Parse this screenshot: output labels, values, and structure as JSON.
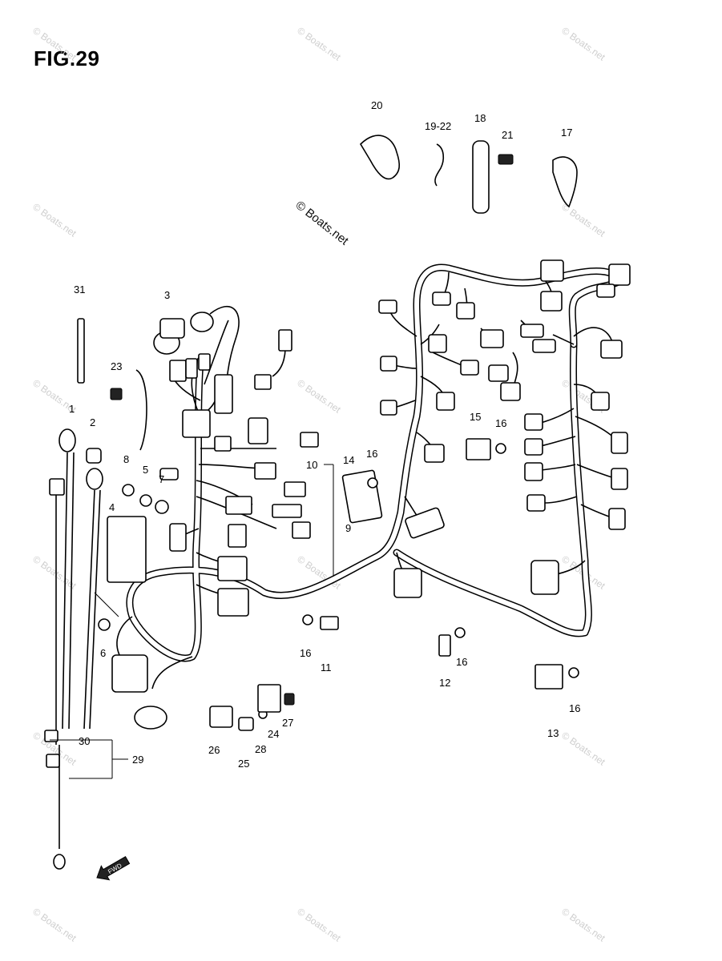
{
  "figure": {
    "title": "FIG.29"
  },
  "watermark": {
    "text": "© Boats.net",
    "main_text": "© Boats.net"
  },
  "callouts": [
    {
      "id": "c20",
      "label": "20"
    },
    {
      "id": "c19-22",
      "label": "19-22"
    },
    {
      "id": "c18",
      "label": "18"
    },
    {
      "id": "c21",
      "label": "21"
    },
    {
      "id": "c17",
      "label": "17"
    },
    {
      "id": "c31",
      "label": "31"
    },
    {
      "id": "c3",
      "label": "3"
    },
    {
      "id": "c23",
      "label": "23"
    },
    {
      "id": "c1",
      "label": "1"
    },
    {
      "id": "c2",
      "label": "2"
    },
    {
      "id": "c8",
      "label": "8"
    },
    {
      "id": "c5",
      "label": "5"
    },
    {
      "id": "c7",
      "label": "7"
    },
    {
      "id": "c4",
      "label": "4"
    },
    {
      "id": "c10",
      "label": "10"
    },
    {
      "id": "c14",
      "label": "14"
    },
    {
      "id": "c16a",
      "label": "16"
    },
    {
      "id": "c15",
      "label": "15"
    },
    {
      "id": "c16b",
      "label": "16"
    },
    {
      "id": "c9",
      "label": "9"
    },
    {
      "id": "c6",
      "label": "6"
    },
    {
      "id": "c16c",
      "label": "16"
    },
    {
      "id": "c11",
      "label": "11"
    },
    {
      "id": "c16d",
      "label": "16"
    },
    {
      "id": "c12",
      "label": "12"
    },
    {
      "id": "c16e",
      "label": "16"
    },
    {
      "id": "c13",
      "label": "13"
    },
    {
      "id": "c30",
      "label": "30"
    },
    {
      "id": "c29",
      "label": "29"
    },
    {
      "id": "c26",
      "label": "26"
    },
    {
      "id": "c25",
      "label": "25"
    },
    {
      "id": "c28",
      "label": "28"
    },
    {
      "id": "c24",
      "label": "24"
    },
    {
      "id": "c27",
      "label": "27"
    }
  ],
  "fwd_arrow": {
    "label": "FWD"
  }
}
